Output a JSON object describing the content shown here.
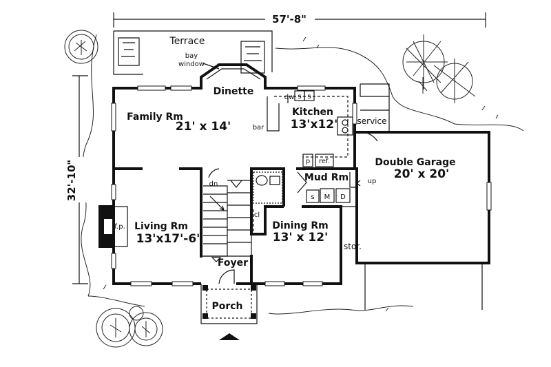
{
  "dimensions": {
    "width": "57'-8\"",
    "depth": "32'-10\""
  },
  "rooms": {
    "terrace": "Terrace",
    "bay_window_line1": "bay",
    "bay_window_line2": "window",
    "dinette": "Dinette",
    "family_name": "Family Rm",
    "family_size": "21' x 14'",
    "bar": "bar",
    "kitchen_name": "Kitchen",
    "kitchen_size": "13'x12'",
    "dw": "dw",
    "sink_left": "s",
    "sink_right": "s",
    "service": "service",
    "garage_name": "Double Garage",
    "garage_size": "20' x 20'",
    "pantry": "p",
    "refrigerator": "ref.",
    "mud_name": "Mud Rm",
    "mud_up": "up",
    "washer": "M",
    "dryer": "D",
    "laundry_sink": "s",
    "stair_down": "dn",
    "closet": "cl",
    "fireplace": "f.p.",
    "living_name": "Living Rm",
    "living_size": "13'x17'-6'",
    "dining_name": "Dining Rm",
    "dining_size": "13' x 12'",
    "storage": "stor.",
    "foyer": "Foyer",
    "porch": "Porch"
  }
}
